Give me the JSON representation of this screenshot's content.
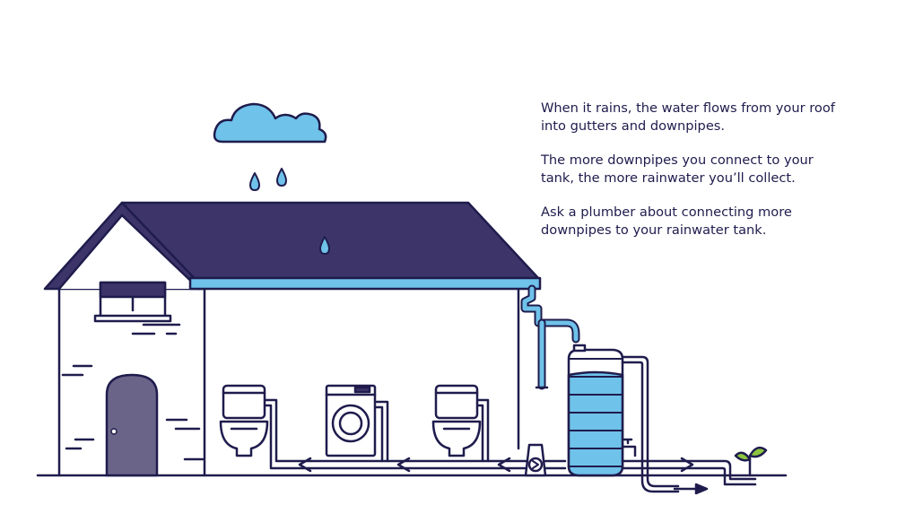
{
  "info_text": {
    "paragraphs": [
      "When it rains, the water flows from your roof into gutters and downpipes.",
      "The more downpipes you connect to your tank, the more rainwater you’ll collect.",
      "Ask a plumber about connecting more downpipes to your rainwater tank."
    ]
  },
  "colors": {
    "outline": "#1f1c4d",
    "roof": "#3d3569",
    "water": "#6fc2ea",
    "door": "#6a6488",
    "plant": "#8cc63f",
    "background": "#ffffff"
  },
  "icons": {
    "cloud": "cloud-icon",
    "raindrop": "raindrop-icon",
    "house": "house-icon",
    "window": "window-icon",
    "door": "door-icon",
    "toilet": "toilet-icon",
    "washing_machine": "washing-machine-icon",
    "rainwater_tank": "rainwater-tank-icon",
    "pump": "pump-icon",
    "tap": "tap-icon",
    "plant": "plant-icon",
    "flow_arrow": "arrow-icon"
  }
}
